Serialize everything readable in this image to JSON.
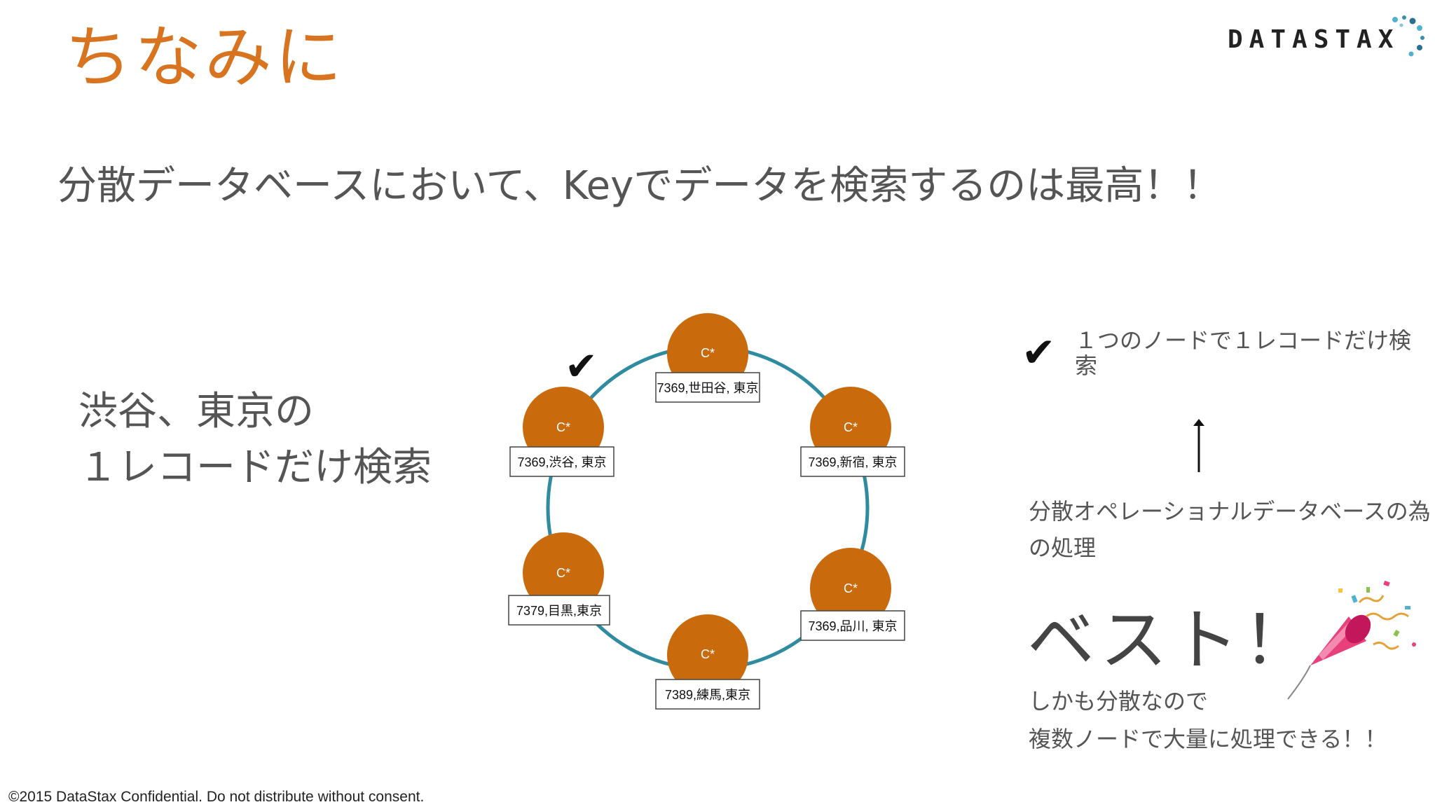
{
  "slide": {
    "title": "ちなみに",
    "logo_text": "DATASTAX",
    "headline": "分散データベースにおいて、Keyでデータを検索するのは最高！！",
    "left_lines": [
      "渋谷、東京の",
      "１レコードだけ検索"
    ],
    "right_check_text": "１つのノードで１レコードだけ検索",
    "right_mid_text": "分散オペレーショナルデータベースの為の処理",
    "best": "ベスト！",
    "right_bottom_lines": [
      "しかも分散なので",
      "複数ノードで大量に処理できる！！"
    ],
    "footer": "©2015 DataStax Confidential. Do not distribute without consent."
  },
  "ring": {
    "node_symbol": "C*",
    "check_symbol": "✔",
    "nodes": [
      {
        "label": "7369,世田谷, 東京"
      },
      {
        "label": "7369,新宿, 東京"
      },
      {
        "label": "7369,品川, 東京"
      },
      {
        "label": "7389,練馬,東京"
      },
      {
        "label": "7379,目黒,東京"
      },
      {
        "label": "7369,渋谷, 東京",
        "checked": true
      }
    ]
  },
  "colors": {
    "accent": "#D8741F",
    "node_fill": "#C96A0D",
    "ring_stroke": "#2E8BA0",
    "text": "#555555"
  },
  "icons": [
    "checkmark-icon",
    "up-arrow-icon",
    "party-popper-icon",
    "datastax-logo-icon"
  ]
}
